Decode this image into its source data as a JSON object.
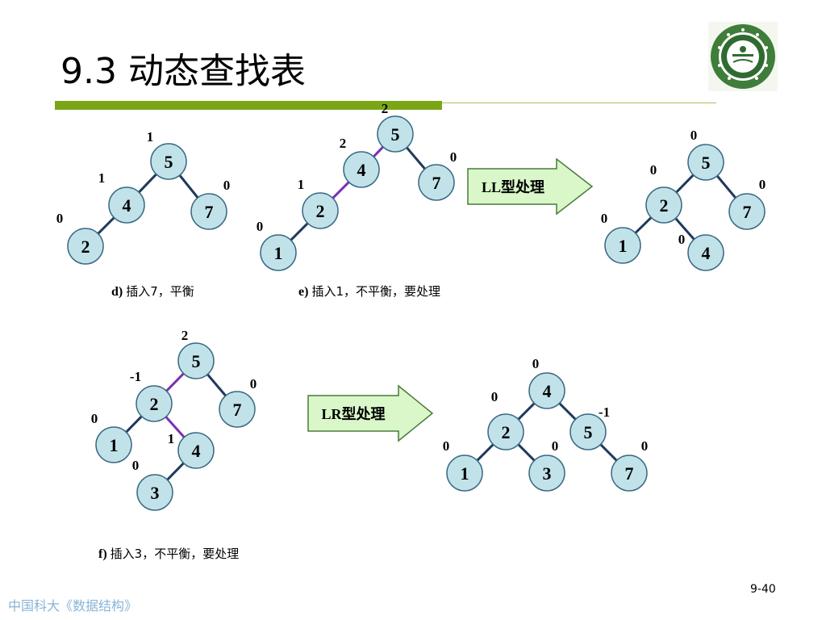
{
  "slide": {
    "title": "9.3 动态查找表",
    "footer": "中国科大《数据结构》",
    "page_number": "9-40"
  },
  "colors": {
    "accent_bar": "#7aa616",
    "node_fill": "#c2e2ea",
    "edge": "#1f3a5c",
    "edge_highlight": "#7a2fb5",
    "arrow_fill": "#d9f7c9",
    "arrow_stroke": "#4a7a3a",
    "footer_text": "#86b4d6"
  },
  "captions": {
    "d": {
      "letter": "d)",
      "text": "插入7，平衡"
    },
    "e": {
      "letter": "e)",
      "text": "插入1，不平衡，要处理"
    },
    "f": {
      "letter": "f)",
      "text": "插入3，不平衡，要处理"
    }
  },
  "arrows": {
    "ll": "LL型处理",
    "lr": "LR型处理"
  },
  "trees": [
    {
      "id": "tree-d",
      "nodes": [
        {
          "id": "d5",
          "value": "5",
          "bf": "1"
        },
        {
          "id": "d4",
          "value": "4",
          "bf": "1"
        },
        {
          "id": "d7",
          "value": "7",
          "bf": "0"
        },
        {
          "id": "d2",
          "value": "2",
          "bf": "0"
        }
      ],
      "edges": [
        [
          "d5",
          "d4"
        ],
        [
          "d5",
          "d7"
        ],
        [
          "d4",
          "d2"
        ]
      ],
      "highlight_edges": []
    },
    {
      "id": "tree-e",
      "nodes": [
        {
          "id": "e5",
          "value": "5",
          "bf": "2"
        },
        {
          "id": "e4",
          "value": "4",
          "bf": "2"
        },
        {
          "id": "e7",
          "value": "7",
          "bf": "0"
        },
        {
          "id": "e2",
          "value": "2",
          "bf": "1"
        },
        {
          "id": "e1",
          "value": "1",
          "bf": "0"
        }
      ],
      "edges": [
        [
          "e5",
          "e4"
        ],
        [
          "e5",
          "e7"
        ],
        [
          "e4",
          "e2"
        ],
        [
          "e2",
          "e1"
        ]
      ],
      "highlight_edges": [
        [
          "e5",
          "e4"
        ],
        [
          "e4",
          "e2"
        ]
      ]
    },
    {
      "id": "tree-e-after",
      "nodes": [
        {
          "id": "g5",
          "value": "5",
          "bf": "0"
        },
        {
          "id": "g2",
          "value": "2",
          "bf": "0"
        },
        {
          "id": "g7",
          "value": "7",
          "bf": "0"
        },
        {
          "id": "g1",
          "value": "1",
          "bf": "0"
        },
        {
          "id": "g4",
          "value": "4",
          "bf": "0"
        }
      ],
      "edges": [
        [
          "g5",
          "g2"
        ],
        [
          "g5",
          "g7"
        ],
        [
          "g2",
          "g1"
        ],
        [
          "g2",
          "g4"
        ]
      ],
      "highlight_edges": []
    },
    {
      "id": "tree-f",
      "nodes": [
        {
          "id": "f5",
          "value": "5",
          "bf": "2"
        },
        {
          "id": "f2",
          "value": "2",
          "bf": "-1"
        },
        {
          "id": "f7",
          "value": "7",
          "bf": "0"
        },
        {
          "id": "f1",
          "value": "1",
          "bf": "0"
        },
        {
          "id": "f4",
          "value": "4",
          "bf": "1"
        },
        {
          "id": "f3",
          "value": "3",
          "bf": "0"
        }
      ],
      "edges": [
        [
          "f5",
          "f2"
        ],
        [
          "f5",
          "f7"
        ],
        [
          "f2",
          "f1"
        ],
        [
          "f2",
          "f4"
        ],
        [
          "f4",
          "f3"
        ]
      ],
      "highlight_edges": [
        [
          "f5",
          "f2"
        ],
        [
          "f2",
          "f4"
        ]
      ]
    },
    {
      "id": "tree-f-after",
      "nodes": [
        {
          "id": "h4",
          "value": "4",
          "bf": "0"
        },
        {
          "id": "h2",
          "value": "2",
          "bf": "0"
        },
        {
          "id": "h5",
          "value": "5",
          "bf": "-1"
        },
        {
          "id": "h1",
          "value": "1",
          "bf": "0"
        },
        {
          "id": "h3",
          "value": "3",
          "bf": "0"
        },
        {
          "id": "h7",
          "value": "7",
          "bf": "0"
        }
      ],
      "edges": [
        [
          "h4",
          "h2"
        ],
        [
          "h4",
          "h5"
        ],
        [
          "h2",
          "h1"
        ],
        [
          "h2",
          "h3"
        ],
        [
          "h5",
          "h7"
        ]
      ],
      "highlight_edges": []
    }
  ]
}
